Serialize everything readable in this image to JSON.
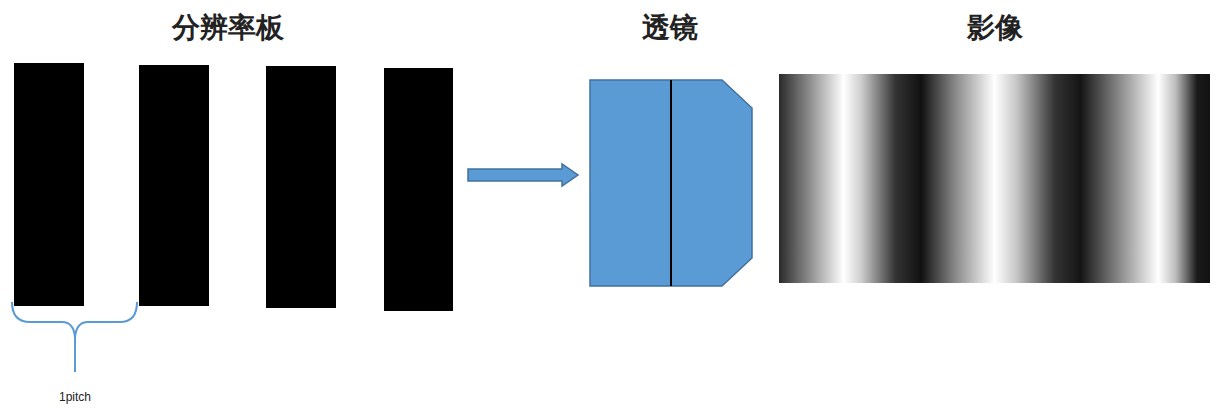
{
  "diagram": {
    "nodes": [
      {
        "text": [
          "分辨率板"
        ]
      },
      {
        "text": [
          "透镜"
        ]
      },
      {
        "text": [
          "影像"
        ]
      }
    ],
    "edges": [
      {
        "from": 0,
        "to": 1,
        "arrow": "to"
      }
    ],
    "labels": [
      "1pitch"
    ]
  }
}
